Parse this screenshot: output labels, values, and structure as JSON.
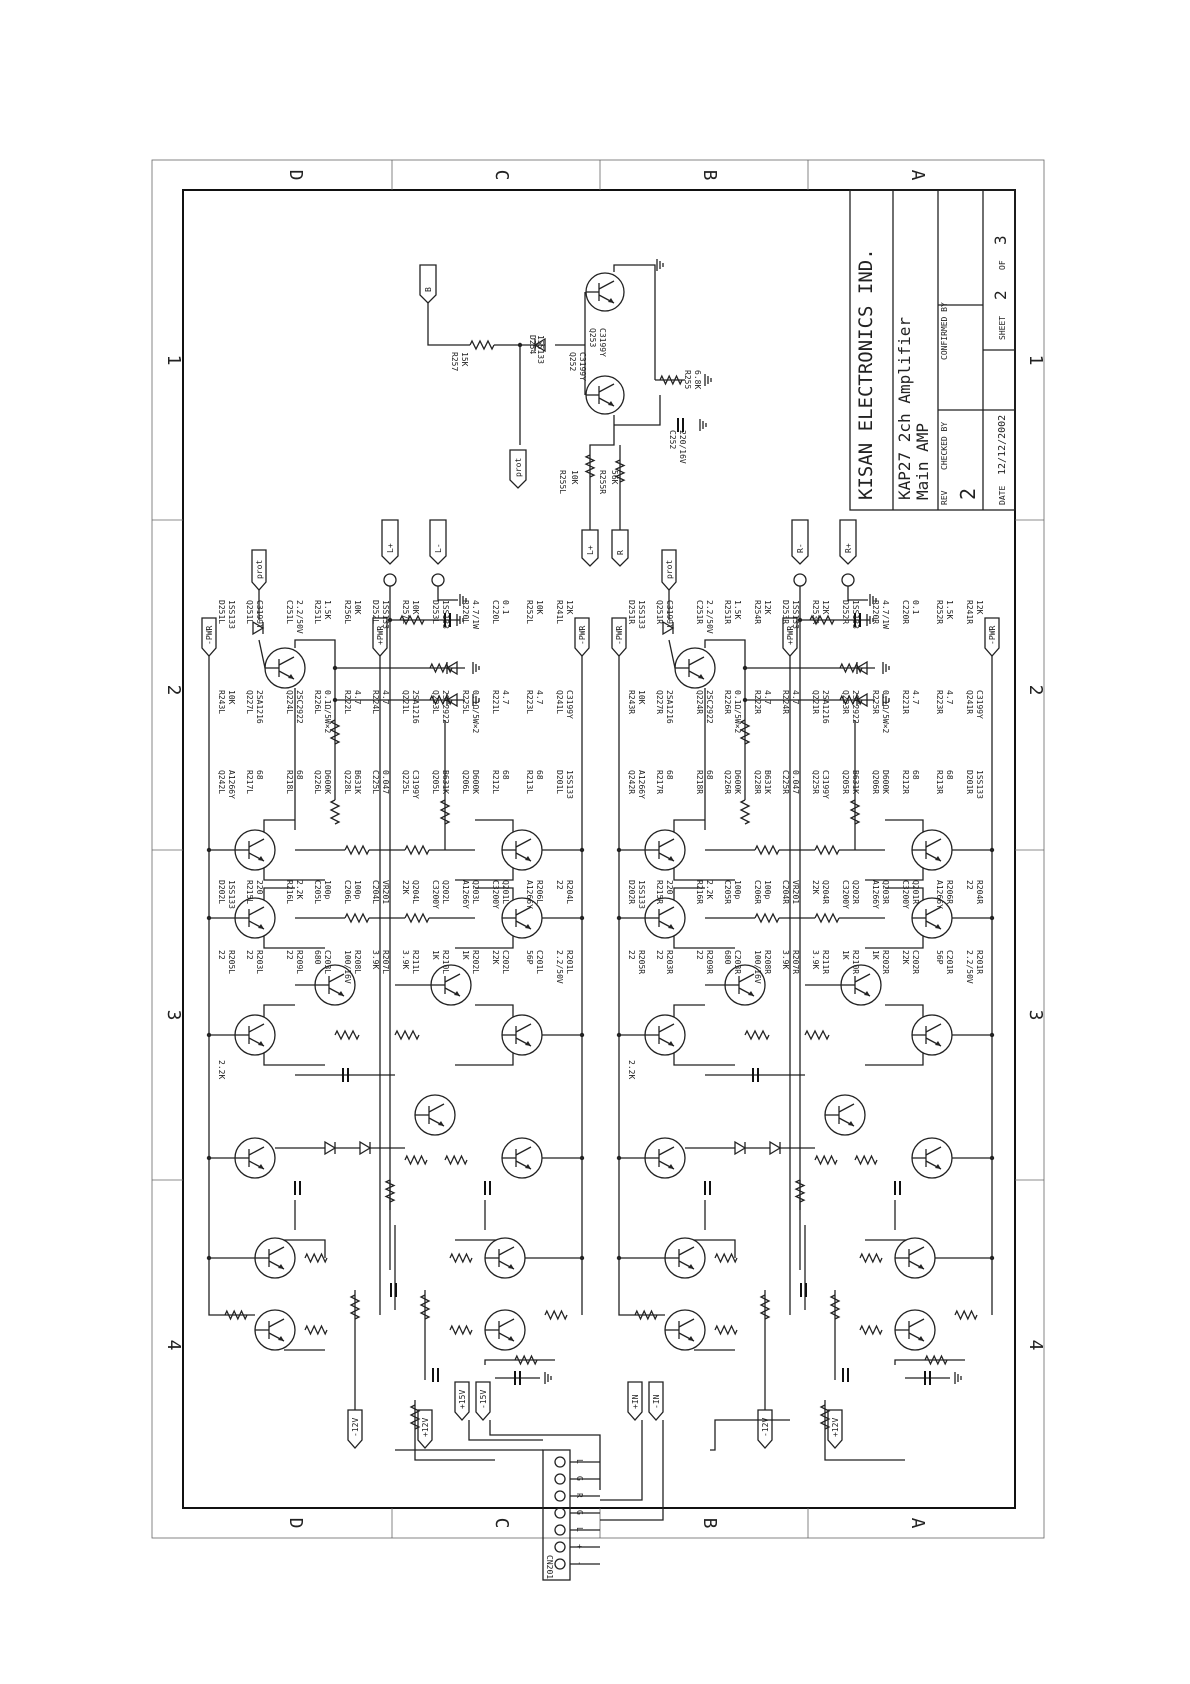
{
  "border": {
    "zones_letters": [
      "D",
      "C",
      "B",
      "A"
    ],
    "zones_numbers": [
      "1",
      "2",
      "3",
      "4"
    ]
  },
  "title_block": {
    "company": "KISAN ELECTRONICS IND.",
    "title_line1": "KAP27 2ch Amplifier",
    "title_line2": "Main AMP",
    "rev_label": "REV",
    "rev_value": "2",
    "checked_label": "CHECKED BY",
    "confirmed_label": "CONFIRMED BY",
    "date_label": "DATE",
    "date_value": "12/12/2002",
    "sheet_label": "SHEET",
    "sheet_value": "2",
    "of_label": "OF",
    "of_value": "3"
  },
  "protect_circuit": {
    "labels": [
      "B",
      "R257",
      "15K",
      "D254",
      "1SS133",
      "Q253",
      "C3199Y",
      "Q252",
      "C3199Y",
      "R255",
      "6.8K",
      "C252",
      "220/16V",
      "prot",
      "R255L",
      "10K",
      "R255R",
      "56K",
      "L+",
      "R"
    ]
  },
  "channel_left": {
    "outputs": [
      "L+",
      "L-"
    ],
    "labels": [
      "prot",
      "D251L",
      "1SS133",
      "Q251L",
      "C3199Y",
      "C251L",
      "2.2/50V",
      "R251L",
      "1.5K",
      "R256L",
      "10K",
      "D252L",
      "1SS133",
      "R257L",
      "10K",
      "D253L",
      "1SS133",
      "R220L",
      "4.7/1W",
      "C220L",
      "0.1",
      "R252L",
      "10K",
      "R241L",
      "12K",
      "R243L",
      "10K",
      "Q227L",
      "2SA1216",
      "Q224L",
      "2SC2922",
      "R226L",
      "0.1Ω/5W×2",
      "R222L",
      "4.7",
      "R224L",
      "4.7",
      "Q221L",
      "2SA1216",
      "Q223L",
      "2SC2922",
      "R225L",
      "0.1Ω/5W×2",
      "R221L",
      "4.7",
      "R223L",
      "4.7",
      "Q241L",
      "C3199Y",
      "Q242L",
      "A1266Y",
      "R217L",
      "68",
      "R218L",
      "68",
      "Q226L",
      "D600K",
      "Q228L",
      "B631K",
      "C225L",
      "0.047",
      "Q225L",
      "C3199Y",
      "Q205L",
      "B631K",
      "Q206L",
      "D600K",
      "R212L",
      "68",
      "R213L",
      "68",
      "D201L",
      "1SS133",
      "D202L",
      "1SS133",
      "R215L",
      "220",
      "R216L",
      "2.2K",
      "C205L",
      "100p",
      "C206L",
      "100p",
      "C204L",
      "VR201",
      "22K",
      "Q204L",
      "C3200Y",
      "Q202L",
      "A1266Y",
      "Q203L",
      "C3200Y",
      "Q201L",
      "A1266Y",
      "R206L",
      "22",
      "R204L",
      "22",
      "R205L",
      "22",
      "R203L",
      "22",
      "R209L",
      "680",
      "C203L",
      "100/16V",
      "R208L",
      "3.9K",
      "R207L",
      "3.9K",
      "R211L",
      "1K",
      "R210L",
      "1K",
      "R202L",
      "22K",
      "C202L",
      "56P",
      "C201L",
      "2.2/50V",
      "R201L",
      "2.2K",
      "-PWR",
      "+PWR",
      "-12V",
      "+12V"
    ]
  },
  "channel_right": {
    "outputs": [
      "R-",
      "R+"
    ],
    "labels": [
      "prot",
      "D251R",
      "1SS133",
      "Q251R",
      "C3199Y",
      "C251R",
      "2.2/50V",
      "R251R",
      "1.5K",
      "R254R",
      "12K",
      "D253R",
      "1SS133",
      "R253R",
      "12K",
      "D252R",
      "1SS133",
      "R220R",
      "4.7/1W",
      "C220R",
      "0.1",
      "R252R",
      "1.5K",
      "R241R",
      "12K",
      "R243R",
      "10K",
      "Q227R",
      "2SA1216",
      "Q224R",
      "2SC2922",
      "R226R",
      "0.1Ω/5W×2",
      "R222R",
      "4.7",
      "R224R",
      "4.7",
      "Q221R",
      "2SA1216",
      "Q223R",
      "2SC2922",
      "R225R",
      "0.1Ω/5W×2",
      "R221R",
      "4.7",
      "R223R",
      "4.7",
      "Q241R",
      "C3199Y",
      "Q242R",
      "A1266Y",
      "R217R",
      "68",
      "R218R",
      "68",
      "Q226R",
      "D600K",
      "Q228R",
      "B631K",
      "C225R",
      "0.047",
      "Q225R",
      "C3199Y",
      "Q205R",
      "B631K",
      "Q206R",
      "D600K",
      "R212R",
      "68",
      "R213R",
      "68",
      "D201R",
      "1SS133",
      "D202R",
      "1SS133",
      "R215R",
      "220",
      "R216R",
      "2.2K",
      "C205R",
      "100p",
      "C206R",
      "100p",
      "C204R",
      "VR201",
      "22K",
      "Q204R",
      "C3200Y",
      "Q202R",
      "A1266Y",
      "Q203R",
      "C3200Y",
      "Q201R",
      "A1266Y",
      "R206R",
      "22",
      "R204R",
      "22",
      "R205R",
      "22",
      "R203R",
      "22",
      "R209R",
      "680",
      "C203R",
      "100/16V",
      "R208R",
      "3.9K",
      "R207R",
      "3.9K",
      "R211R",
      "1K",
      "R210R",
      "1K",
      "R202R",
      "22K",
      "C202R",
      "56P",
      "C201R",
      "2.2/50V",
      "R201R",
      "2.2K",
      "-PWR",
      "+PWR",
      "-12V",
      "+12V"
    ]
  },
  "connector": {
    "name": "CN201",
    "pins": [
      "L",
      "G",
      "R",
      "G",
      "L",
      "+",
      "-"
    ],
    "input_labels": [
      "+15V",
      "-15V",
      "+IN",
      "-IN"
    ]
  }
}
